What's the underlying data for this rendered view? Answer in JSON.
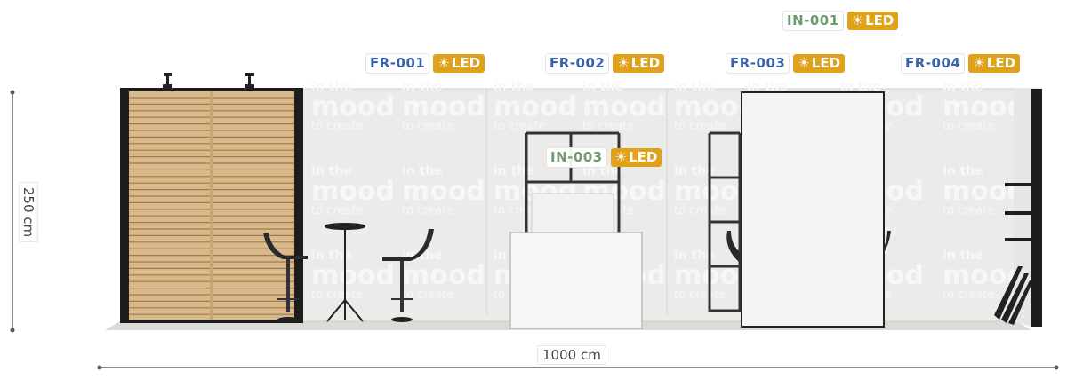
{
  "dimensions": {
    "height_label": "250 cm",
    "width_label": "1000 cm"
  },
  "wall_print": {
    "line1": "in the",
    "line2": "mood",
    "line3": "to create"
  },
  "fixtures": [
    {
      "code": "FR-001",
      "led": "LED",
      "kind": "FR"
    },
    {
      "code": "FR-002",
      "led": "LED",
      "kind": "FR"
    },
    {
      "code": "FR-003",
      "led": "LED",
      "kind": "FR"
    },
    {
      "code": "FR-004",
      "led": "LED",
      "kind": "FR"
    },
    {
      "code": "IN-001",
      "led": "LED",
      "kind": "IN"
    },
    {
      "code": "IN-003",
      "led": "LED",
      "kind": "IN"
    }
  ],
  "colors": {
    "fr_code": "#3a62a8",
    "in_code": "#6e9a6e",
    "led_badge": "#e0a21a",
    "wall": "#ebebe9",
    "print": "#f7f7f5",
    "slat_wood": "#d9b98a",
    "frame": "#1c1c1c",
    "floor": "#dcdcd6"
  },
  "icons": {
    "led": "sun-icon"
  }
}
